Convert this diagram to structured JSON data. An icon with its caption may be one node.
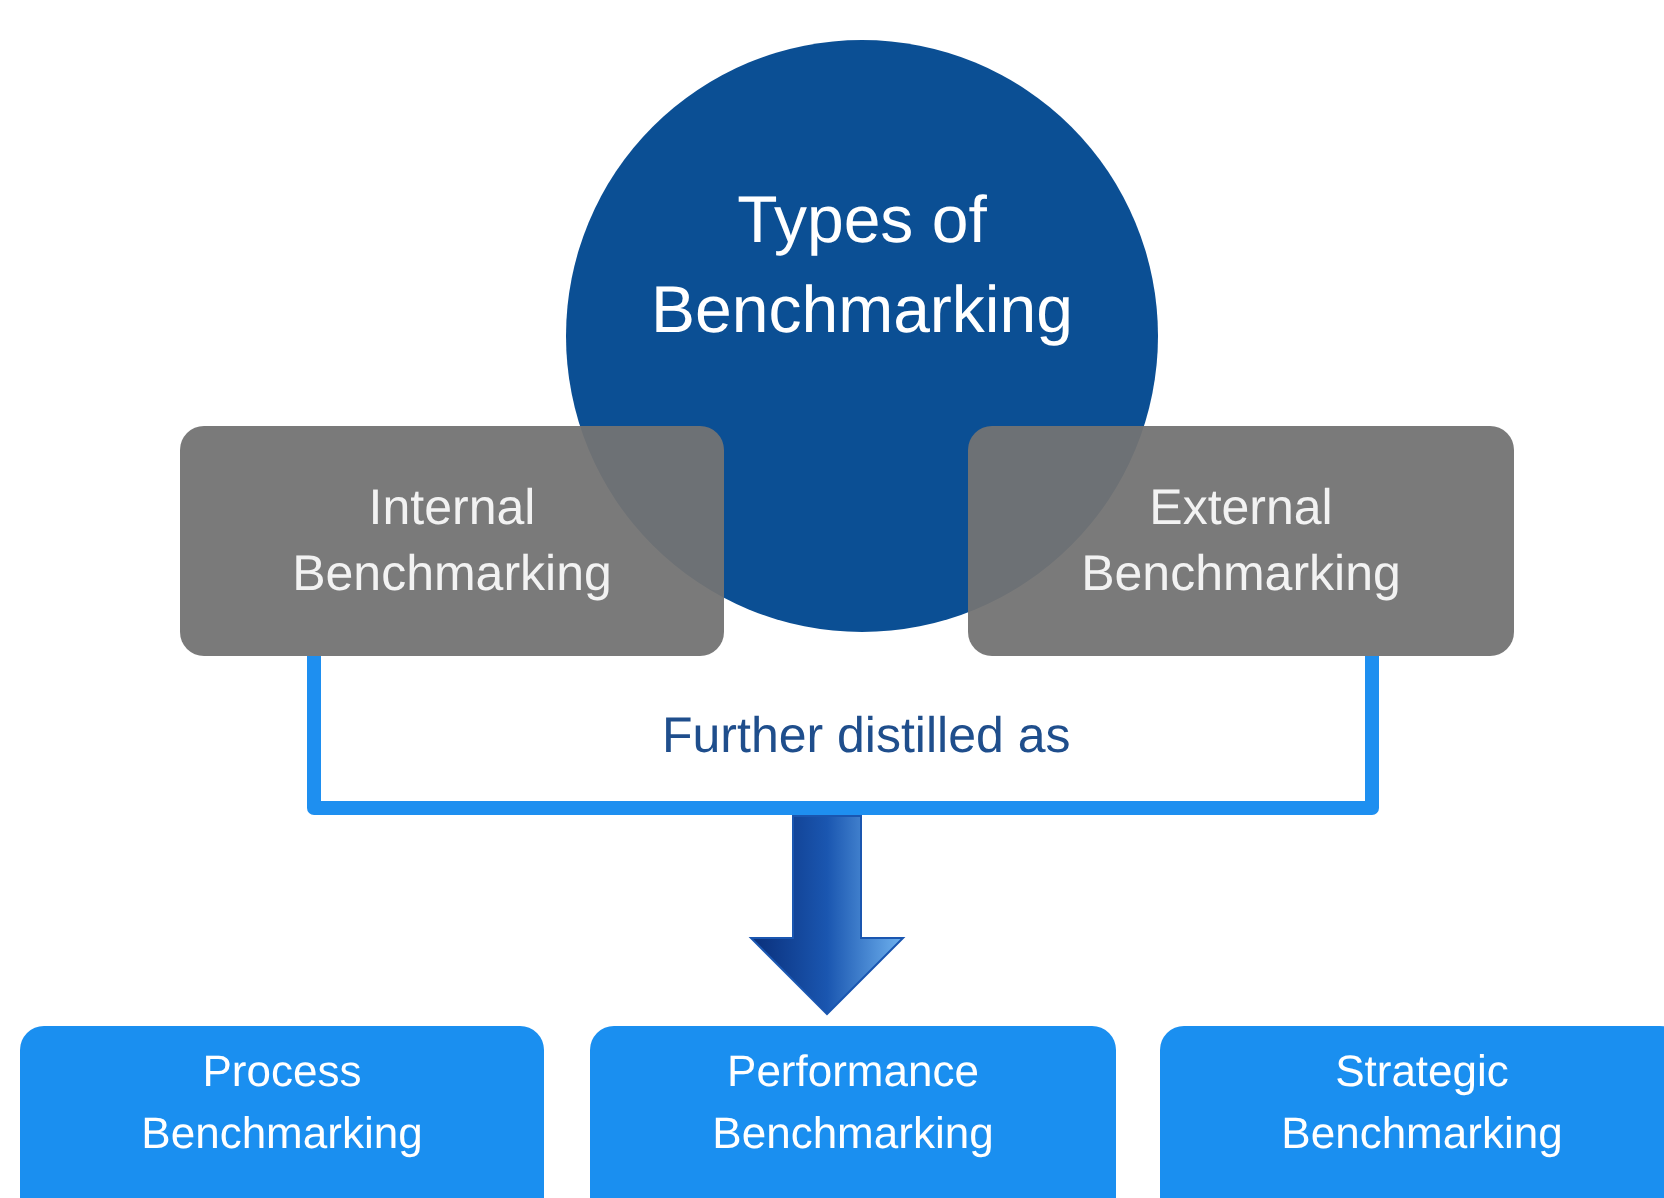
{
  "diagram": {
    "nodes": [
      {
        "text": [
          "Types of Benchmarking"
        ]
      },
      {
        "text": [
          "Internal Benchmarking"
        ]
      },
      {
        "text": [
          "External Benchmarking"
        ]
      },
      {
        "text": [
          "Process Benchmarking"
        ]
      },
      {
        "text": [
          "Performance Benchmarking"
        ]
      },
      {
        "text": [
          "Strategic Benchmarking"
        ]
      }
    ],
    "edges": [
      {
        "from": 1,
        "to": 2,
        "arrow": "none",
        "label": "Further distilled as"
      },
      {
        "from": null,
        "to": 4,
        "arrow": "to",
        "style": "thick",
        "color": "#1a56b0"
      }
    ]
  }
}
